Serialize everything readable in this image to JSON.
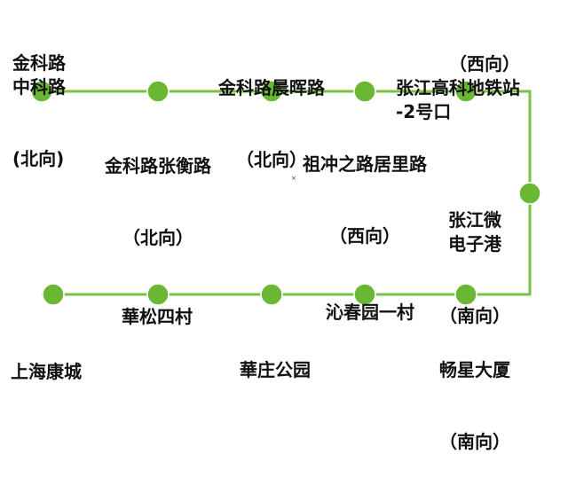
{
  "colors": {
    "route_line": "#7ac143",
    "stop_dot": "#6ab733",
    "text": "#111111"
  },
  "stops": [
    {
      "id": "jinkelu-zhongkelu",
      "name": "金科路\n中科路",
      "direction": "(北向)"
    },
    {
      "id": "jinkelu-zhangheng",
      "name": "金科路张衡路",
      "direction": "（北向）"
    },
    {
      "id": "jinkelu-chenhui",
      "name": "金科路晨晖路",
      "direction": "（北向）"
    },
    {
      "id": "zuchongzhi-juli",
      "name": "祖冲之路居里路",
      "direction": "（西向）"
    },
    {
      "id": "zhangjiang-gaoke",
      "name": "张江高科地铁站\n-2号口",
      "direction": "（西向）"
    },
    {
      "id": "zhangjiang-wei",
      "name": "张江微\n电子港",
      "direction": "（南向）"
    },
    {
      "id": "changxing-dasha",
      "name": "畅星大厦",
      "direction": "（南向）"
    },
    {
      "id": "qinchun-yicun",
      "name": "沁春园一村",
      "direction": ""
    },
    {
      "id": "huazhuang-gongyuan",
      "name": "華庄公园",
      "direction": ""
    },
    {
      "id": "huasong-sicun",
      "name": "華松四村",
      "direction": ""
    },
    {
      "id": "shanghai-kangcheng",
      "name": "上海康城",
      "direction": ""
    }
  ],
  "marker": "×"
}
